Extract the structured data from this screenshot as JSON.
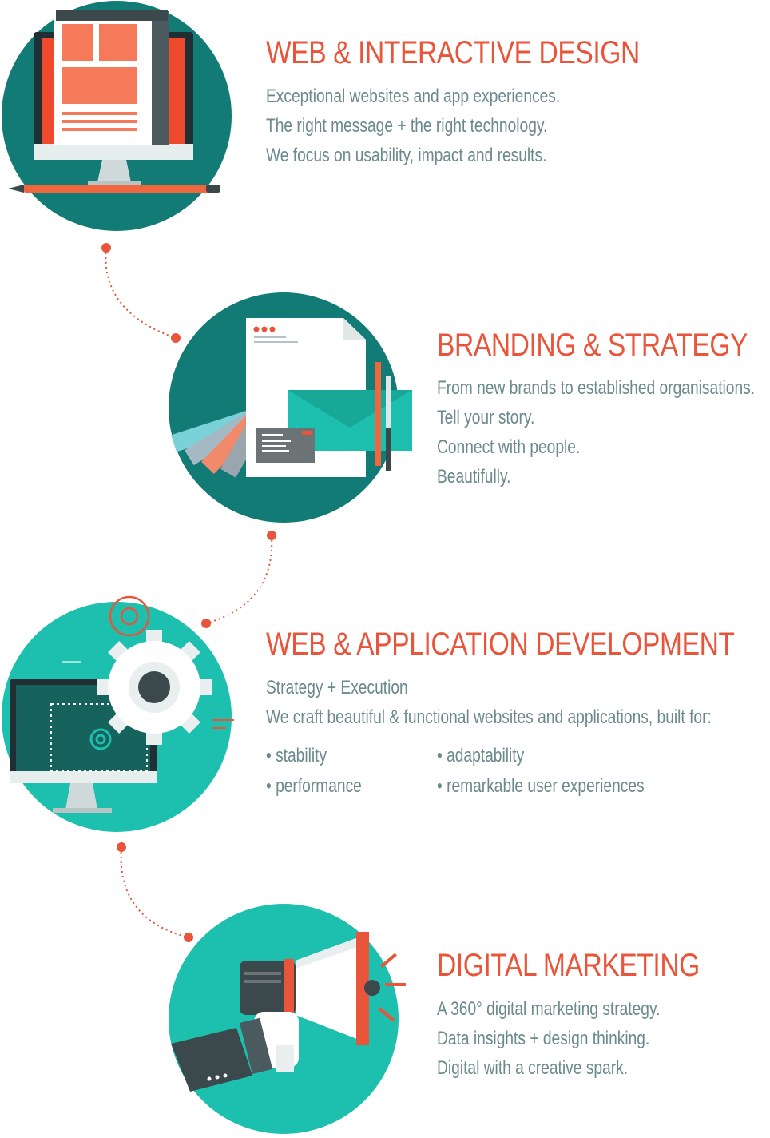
{
  "colors": {
    "accent": "#e8553a",
    "text": "#6b8a8c",
    "teal_dark": "#127b75",
    "teal_light": "#1dbfae",
    "connector": "#e8553a"
  },
  "sections": [
    {
      "heading": "WEB & INTERACTIVE DESIGN",
      "lines": [
        "Exceptional websites and app experiences.",
        "The right message + the right technology.",
        "We focus on usability, impact and results."
      ],
      "icon": "monitor-wireframe-icon"
    },
    {
      "heading": "BRANDING & STRATEGY",
      "lines": [
        "From new brands to established organisations.",
        "Tell your story.",
        "Connect with people.",
        "Beautifully."
      ],
      "icon": "stationery-swatch-icon"
    },
    {
      "heading": "WEB & APPLICATION DEVELOPMENT",
      "lines": [
        "Strategy + Execution",
        "We craft beautiful & functional websites and applications, built for:"
      ],
      "bullets": [
        "stability",
        "adaptability",
        "performance",
        "remarkable user experiences"
      ],
      "icon": "monitor-gears-icon"
    },
    {
      "heading": "DIGITAL MARKETING",
      "lines": [
        "A 360° digital marketing strategy.",
        "Data insights + design thinking.",
        "Digital with a creative spark."
      ],
      "icon": "megaphone-icon"
    }
  ]
}
